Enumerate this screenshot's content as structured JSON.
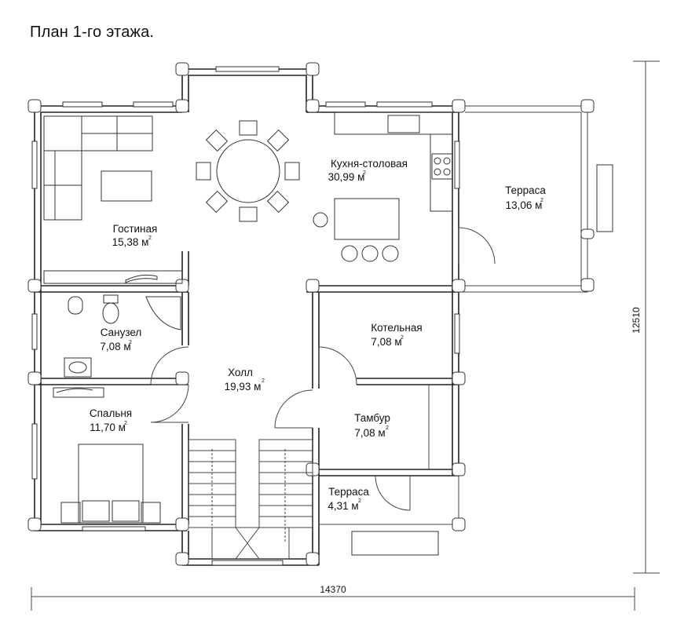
{
  "title": "План 1-го этажа.",
  "rooms": {
    "living": {
      "name": "Гостиная",
      "area": "15,38 м",
      "sup": "2"
    },
    "kitchen": {
      "name": "Кухня-столовая",
      "area": "30,99 м",
      "sup": "2"
    },
    "terrace1": {
      "name": "Терраса",
      "area": "13,06 м",
      "sup": "2"
    },
    "bathroom": {
      "name": "Санузел",
      "area": "7,08 м",
      "sup": "2"
    },
    "boiler": {
      "name": "Котельная",
      "area": "7,08 м",
      "sup": "2"
    },
    "hall": {
      "name": "Холл",
      "area": "19,93 м",
      "sup": "2"
    },
    "bedroom": {
      "name": "Спальня",
      "area": "11,70 м",
      "sup": "2"
    },
    "vestibule": {
      "name": "Тамбур",
      "area": "7,08 м",
      "sup": "2"
    },
    "terrace2": {
      "name": "Терраса",
      "area": "4,31 м",
      "sup": "2"
    }
  },
  "dimensions": {
    "width": "14370",
    "height": "12510"
  }
}
